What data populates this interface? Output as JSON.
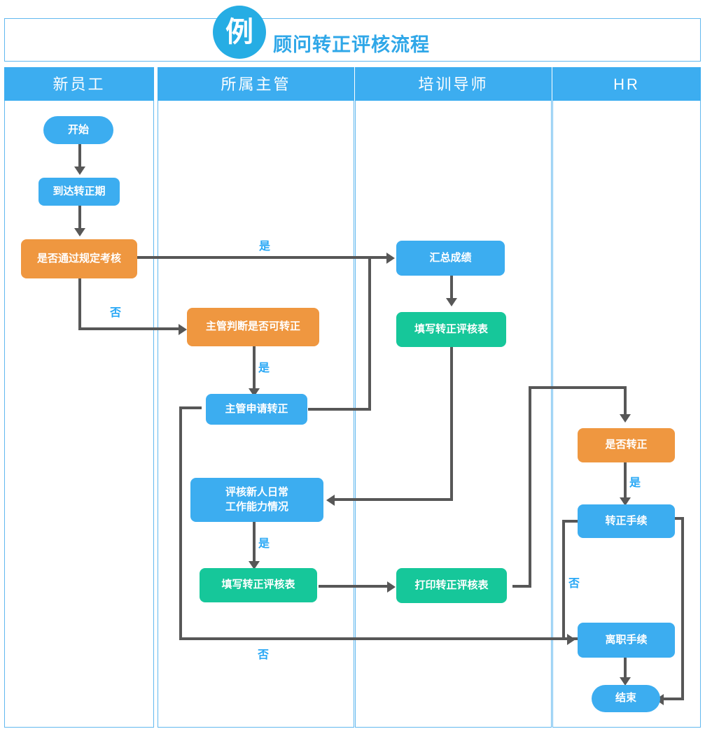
{
  "title": {
    "badge": "例",
    "heading": "顾问转正评核流程"
  },
  "lanes": [
    {
      "id": "employee",
      "label": "新员工"
    },
    {
      "id": "manager",
      "label": "所属主管"
    },
    {
      "id": "trainer",
      "label": "培训导师"
    },
    {
      "id": "hr",
      "label": "HR"
    }
  ],
  "nodes": {
    "start": "开始",
    "reach_period": "到达转正期",
    "pass_exam": "是否通过规定考核",
    "manager_judge": "主管判断是否可转正",
    "manager_apply": "主管申请转正",
    "review_daily": "评核新人日常\n工作能力情况",
    "fill_form_mgr": "填写转正评核表",
    "summarize": "汇总成绩",
    "fill_form_tr": "填写转正评核表",
    "print_form": "打印转正评核表",
    "confirm_regular": "是否转正",
    "regular_process": "转正手续",
    "leave_process": "离职手续",
    "end": "结束"
  },
  "edge_labels": {
    "pass_yes": "是",
    "pass_no": "否",
    "judge_yes": "是",
    "review_yes": "是",
    "confirm_yes": "是",
    "confirm_no": "否",
    "apply_no": "否"
  },
  "colors": {
    "accent_blue": "#3cadf0",
    "orange": "#ef9740",
    "green": "#16c79a",
    "connector": "#575757",
    "label_blue": "#29a8f5",
    "lane_border": "#62b8ef",
    "title_blue": "#2fa7e8"
  }
}
